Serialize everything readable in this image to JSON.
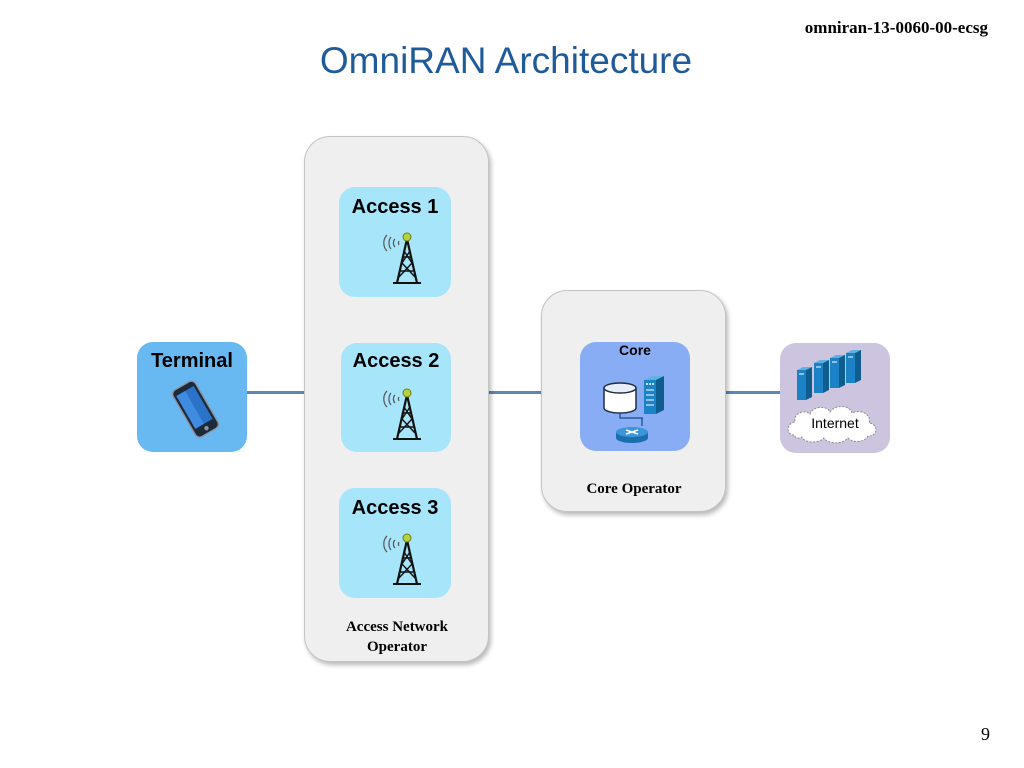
{
  "header": {
    "doc_id": "omniran-13-0060-00-ecsg",
    "title": "OmniRAN Architecture"
  },
  "footer": {
    "page_number": "9"
  },
  "terminal": {
    "label": "Terminal"
  },
  "access_network": {
    "label": "Access Network Operator",
    "label_lines": [
      "Access Network",
      "Operator"
    ],
    "access_points": [
      {
        "label": "Access 1"
      },
      {
        "label": "Access 2"
      },
      {
        "label": "Access 3"
      }
    ]
  },
  "core_operator": {
    "label": "Core Operator",
    "core": {
      "label": "Core"
    }
  },
  "internet": {
    "label": "Internet"
  },
  "colors": {
    "title": "#1f5b99",
    "access_box": "#a7e5fb",
    "terminal_box": "#68b9f2",
    "core_box": "#88adf4",
    "internet_box": "#cdc4df",
    "panel": "#efefef",
    "link": "#5a86b8"
  },
  "icons": [
    "cell-tower-icon",
    "smartphone-icon",
    "database-icon",
    "server-icon",
    "router-icon",
    "cloud-icon"
  ]
}
